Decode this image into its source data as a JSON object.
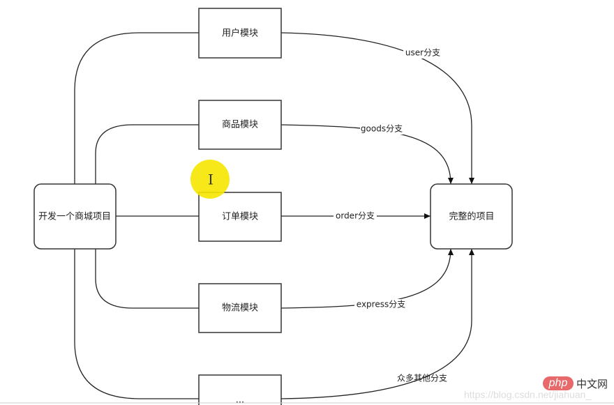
{
  "diagram": {
    "source": "开发一个商城项目",
    "target": "完整的项目",
    "modules": [
      "用户模块",
      "商品模块",
      "订单模块",
      "物流模块",
      "..."
    ],
    "branches": [
      "user分支",
      "goods分支",
      "order分支",
      "express分支",
      "众多其他分支"
    ],
    "cursor_color": "#f5e600"
  },
  "watermark": {
    "logo": "php",
    "site": "中文网",
    "url": "https://blog.csdn.net/jiahuan_"
  }
}
